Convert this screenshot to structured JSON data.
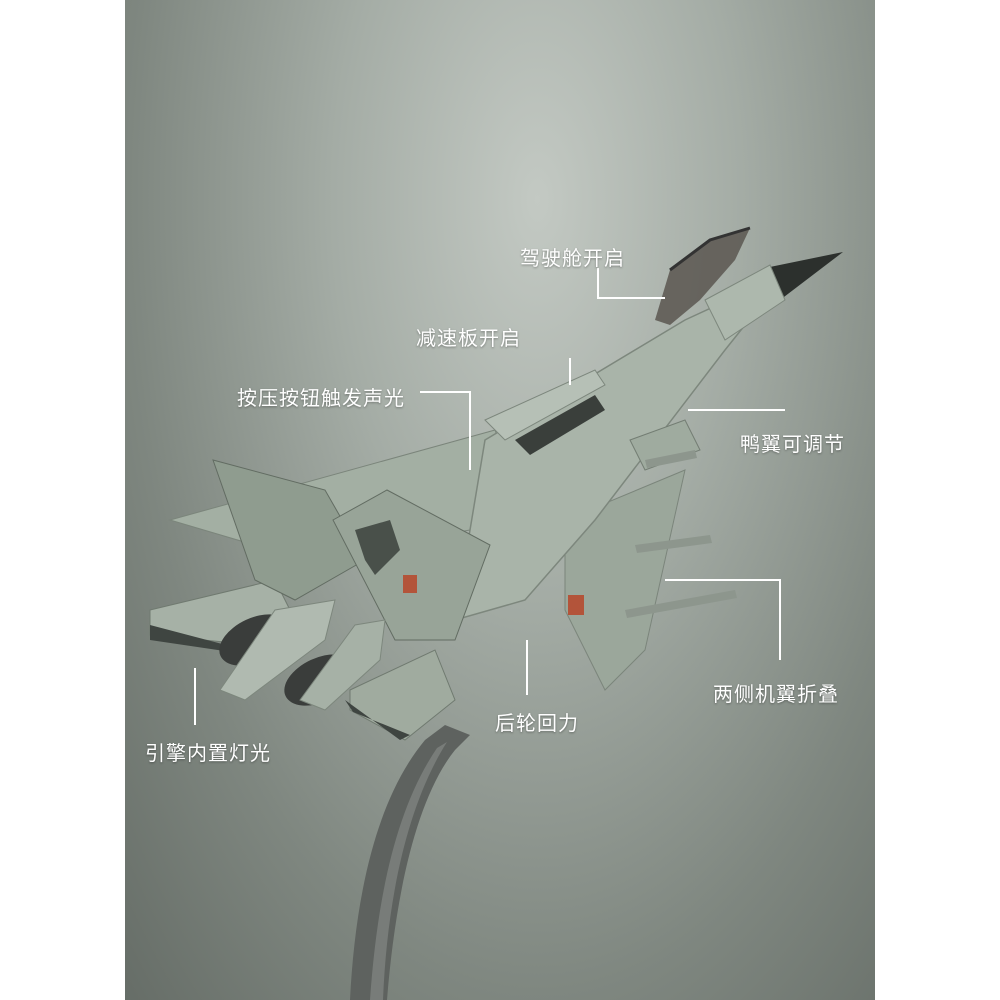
{
  "callouts": {
    "cockpit": "驾驶舱开启",
    "speed_brake": "减速板开启",
    "press_button": "按压按钮触发声光",
    "canard": "鸭翼可调节",
    "wing_fold": "两侧机翼折叠",
    "rear_wheel": "后轮回力",
    "engine_light": "引擎内置灯光"
  },
  "colors": {
    "aircraft": "#9aa79a",
    "aircraft_dark": "#6f7a70",
    "stand": "#5e625f",
    "leader_line": "#ffffff"
  }
}
